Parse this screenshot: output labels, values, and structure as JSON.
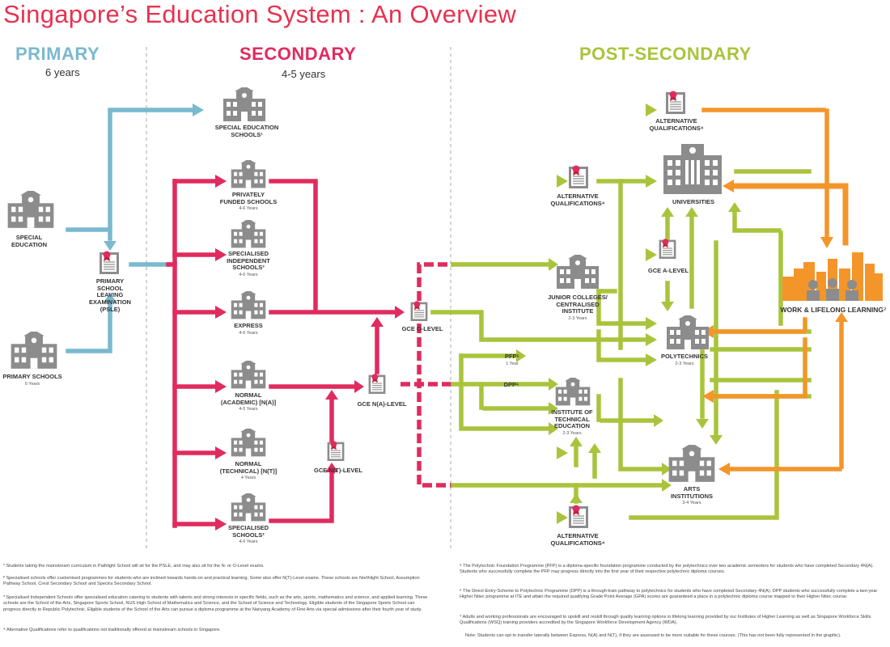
{
  "title": "Singapore’s Education System : An Overview",
  "stages": {
    "primary": {
      "label": "PRIMARY",
      "duration": "6 years",
      "color": "#7ab9cf"
    },
    "secondary": {
      "label": "SECONDARY",
      "duration": "4-5 years",
      "color": "#e02b5f"
    },
    "post_secondary": {
      "label": "POST-SECONDARY",
      "color": "#a9c43c"
    }
  },
  "colors": {
    "primary": "#7ab9cf",
    "secondary": "#e02b5f",
    "post": "#a9c43c",
    "work": "#f4952a",
    "building": "#8c8c8c"
  },
  "nodes": {
    "special_education": {
      "label": "SPECIAL\nEDUCATION",
      "icon": "school-building-icon"
    },
    "primary_schools": {
      "label": "PRIMARY SCHOOLS",
      "years": "6 Years",
      "icon": "school-building-icon"
    },
    "psle": {
      "label": "PRIMARY\nSCHOOL\nLEAVING\nEXAMINATION\n(PSLE)",
      "icon": "certificate-icon"
    },
    "special_ed_schools": {
      "label": "SPECIAL EDUCATION\nSCHOOLS¹",
      "icon": "school-building-icon"
    },
    "privately_funded": {
      "label": "PRIVATELY\nFUNDED SCHOOLS",
      "years": "4-6 Years",
      "icon": "school-building-icon"
    },
    "specialised_independent": {
      "label": "SPECIALISED\nINDEPENDENT\nSCHOOLS³",
      "years": "4-6 Years",
      "icon": "school-building-icon"
    },
    "express": {
      "label": "EXPRESS",
      "years": "4-6 Years",
      "icon": "school-building-icon"
    },
    "normal_academic": {
      "label": "NORMAL\n(ACADEMIC) [N(A)]",
      "years": "4-5 Years",
      "icon": "school-building-icon"
    },
    "normal_technical": {
      "label": "NORMAL\n(TECHNICAL) [N(T)]",
      "years": "4 Years",
      "icon": "school-building-icon"
    },
    "specialised_schools": {
      "label": "SPECIALISED\nSCHOOLS²",
      "years": "4-6 Years",
      "icon": "school-building-icon"
    },
    "gce_o": {
      "label": "GCE O-LEVEL",
      "icon": "certificate-icon"
    },
    "gce_na": {
      "label": "GCE N(A)-LEVEL",
      "icon": "certificate-icon"
    },
    "gce_nt": {
      "label": "GCE N(T)-LEVEL",
      "icon": "certificate-icon"
    },
    "alt_qual_top": {
      "label": "ALTERNATIVE\nQUALIFICATIONS⁴",
      "icon": "certificate-icon"
    },
    "alt_qual_mid": {
      "label": "ALTERNATIVE\nQUALIFICATIONS⁴",
      "icon": "certificate-icon"
    },
    "alt_qual_bottom": {
      "label": "ALTERNATIVE\nQUALIFICATIONS⁴",
      "icon": "certificate-icon"
    },
    "universities": {
      "label": "UNIVERSITIES",
      "icon": "university-building-icon"
    },
    "gce_a": {
      "label": "GCE A-LEVEL",
      "icon": "certificate-icon"
    },
    "junior_colleges": {
      "label": "JUNIOR COLLEGES/\nCENTRALISED\nINSTITUTE",
      "years": "2-3 Years",
      "icon": "school-building-icon"
    },
    "polytechnics": {
      "label": "POLYTECHNICS",
      "years": "2-3 Years",
      "icon": "school-building-icon"
    },
    "pfp": {
      "label": "PFP⁵",
      "years": "1 Year"
    },
    "dpp": {
      "label": "DPP⁶"
    },
    "ite": {
      "label": "INSTITUTE OF\nTECHNICAL\nEDUCATION",
      "years": "2-3 Years",
      "icon": "school-building-icon"
    },
    "arts_institutions": {
      "label": "ARTS\nINSTITUTIONS",
      "years": "3-4 Years",
      "icon": "school-building-icon"
    },
    "work": {
      "label": "WORK & LIFELONG LEARNING⁷",
      "icon": "city-skyline-icon"
    }
  },
  "footnotes": {
    "left": [
      {
        "mark": "¹",
        "text": "Students taking the mainstream curriculum in Pathlight School will sit for the PSLE, and may also sit for the N- or O-Level exams."
      },
      {
        "mark": "²",
        "text": "Specialised schools offer customised programmes for students who are inclined towards hands-on and practical learning. Some also offer N(T)-Level exams. These schools are Northlight School, Assumption Pathway School, Crest Secondary School and Spectra Secondary School."
      },
      {
        "mark": "³",
        "text": "Specialised Independent Schools offer specialised education catering to students with talents and strong interests in specific fields, such as the arts, sports, mathematics and science, and applied learning. These schools are the School of the Arts, Singapore Sports School, NUS High School of Mathematics and Science, and the School of Science and Technology. Eligible students of the Singapore Sports School can progress directly to Republic Polytechnic. Eligible students of the School of the Arts can pursue a diploma programme at the Nanyang Academy of Fine Arts via special admissions after their fourth year of study."
      },
      {
        "mark": "⁴",
        "text": "Alternative Qualifications refer to qualifications not traditionally offered at mainstream schools in Singapore."
      }
    ],
    "right": [
      {
        "mark": "⁵",
        "text": "The Polytechnic Foundation Programme (PFP) is a diploma-specific foundation programme conducted by the polytechnics over two academic semesters for students who have completed Secondary 4N(A).  Students who successfully complete the PFP may progress directly into the first year of their respective polytechnic diploma courses."
      },
      {
        "mark": "⁶",
        "text": "The Direct-Entry-Scheme to Polytechnic Programme (DPP) is a through-train pathway to polytechnics for students who have completed Secondary 4N(A). DPP students who successfully complete a two-year Higher Nitec programme at ITE and attain the required qualifying Grade Point Average (GPA) scores are guaranteed a place in a polytechnic diploma course mapped to their Higher Nitec course."
      },
      {
        "mark": "⁷",
        "text": "Adults and working professionals are encouraged to upskill and reskill through quality learning options in lifelong learning provided by our Institutes of Higher Learning as well as Singapore Workforce Skills Qualifications (WSQ) training providers accredited by the Singapore Workforce Development Agency (WDA)."
      },
      {
        "mark": "",
        "text": "Note: Students can opt to transfer laterally between Express, N(A) and N(T), if they are assessed to be more suitable for these courses. (This has not been fully represented in the graphic)."
      }
    ]
  }
}
